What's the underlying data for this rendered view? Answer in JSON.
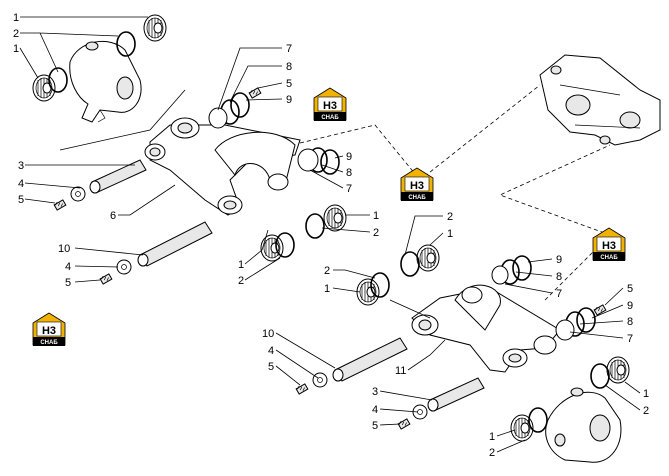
{
  "badge": {
    "main": "H3",
    "sub": "СНАБ"
  },
  "callouts": [
    {
      "id": "c1",
      "text": "1"
    },
    {
      "id": "c2",
      "text": "2"
    },
    {
      "id": "c3",
      "text": "1"
    },
    {
      "id": "c4",
      "text": "7"
    },
    {
      "id": "c5",
      "text": "8"
    },
    {
      "id": "c6",
      "text": "5"
    },
    {
      "id": "c7",
      "text": "9"
    },
    {
      "id": "c8",
      "text": "3"
    },
    {
      "id": "c9",
      "text": "4"
    },
    {
      "id": "c10",
      "text": "5"
    },
    {
      "id": "c11",
      "text": "6"
    },
    {
      "id": "c12",
      "text": "9"
    },
    {
      "id": "c13",
      "text": "8"
    },
    {
      "id": "c14",
      "text": "7"
    },
    {
      "id": "c15",
      "text": "1"
    },
    {
      "id": "c16",
      "text": "2"
    },
    {
      "id": "c17",
      "text": "10"
    },
    {
      "id": "c18",
      "text": "4"
    },
    {
      "id": "c19",
      "text": "5"
    },
    {
      "id": "c20",
      "text": "1"
    },
    {
      "id": "c21",
      "text": "2"
    },
    {
      "id": "c22",
      "text": "2"
    },
    {
      "id": "c23",
      "text": "1"
    },
    {
      "id": "c24",
      "text": "9"
    },
    {
      "id": "c25",
      "text": "8"
    },
    {
      "id": "c26",
      "text": "7"
    },
    {
      "id": "c27",
      "text": "2"
    },
    {
      "id": "c28",
      "text": "1"
    },
    {
      "id": "c29",
      "text": "5"
    },
    {
      "id": "c30",
      "text": "9"
    },
    {
      "id": "c31",
      "text": "8"
    },
    {
      "id": "c32",
      "text": "7"
    },
    {
      "id": "c33",
      "text": "10"
    },
    {
      "id": "c34",
      "text": "4"
    },
    {
      "id": "c35",
      "text": "5"
    },
    {
      "id": "c36",
      "text": "11"
    },
    {
      "id": "c37",
      "text": "3"
    },
    {
      "id": "c38",
      "text": "4"
    },
    {
      "id": "c39",
      "text": "5"
    },
    {
      "id": "c40",
      "text": "1"
    },
    {
      "id": "c41",
      "text": "2"
    },
    {
      "id": "c42",
      "text": "1"
    },
    {
      "id": "c43",
      "text": "2"
    }
  ]
}
